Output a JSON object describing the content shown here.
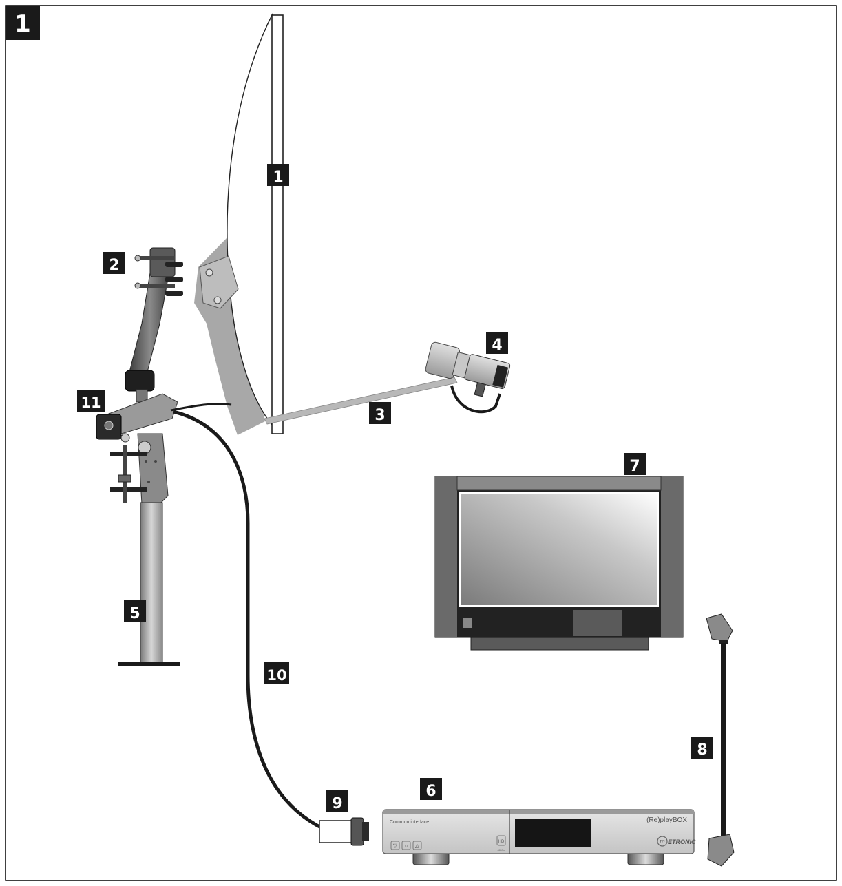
{
  "figure_number": "1",
  "callouts": [
    {
      "id": "dish",
      "label": "1"
    },
    {
      "id": "mount-bracket",
      "label": "2"
    },
    {
      "id": "lnb-arm",
      "label": "3"
    },
    {
      "id": "lnb",
      "label": "4"
    },
    {
      "id": "mast",
      "label": "5"
    },
    {
      "id": "receiver",
      "label": "6"
    },
    {
      "id": "tv",
      "label": "7"
    },
    {
      "id": "scart-cable",
      "label": "8"
    },
    {
      "id": "f-connector",
      "label": "9"
    },
    {
      "id": "coax-cable",
      "label": "10"
    },
    {
      "id": "motor",
      "label": "11"
    }
  ],
  "receiver": {
    "left_panel_text": "Common interface",
    "brand_model": "(Re)playBOX",
    "logo_text": "ETRONIC",
    "logo_initial": "m",
    "hdd_badge": "HD",
    "hdd_sub": "40 Go",
    "buttons": [
      "▽",
      "○",
      "△"
    ]
  },
  "colors": {
    "badge": "#1a1a1a",
    "dish_body": "#b0b0b0",
    "cable": "#1a1a1a",
    "metal_dark": "#555555",
    "tv_frame": "#5a5a5a"
  }
}
